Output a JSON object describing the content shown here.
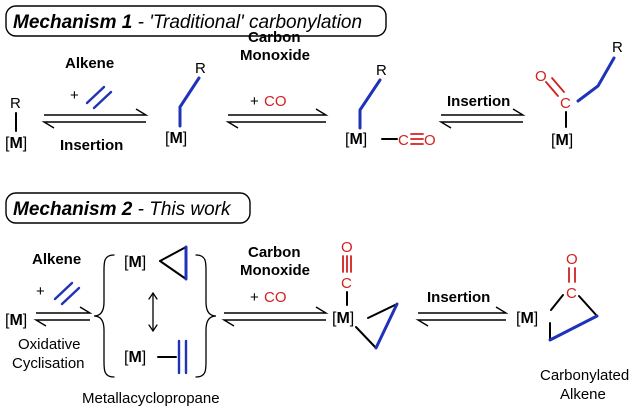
{
  "mechanism1": {
    "title_bold": "Mechanism 1",
    "title_rest": " - 'Traditional' carbonylation",
    "substituent": "R",
    "alkene_label": "Alkene",
    "plus": "+",
    "insertion_label": "Insertion",
    "co_label_line1": "Carbon",
    "co_label_line2": "Monoxide",
    "co_reagent": "CO",
    "insertion2_label": "Insertion",
    "co_o": "O",
    "co_c": "C"
  },
  "mechanism2": {
    "title_bold": "Mechanism 2",
    "title_rest": " - This work",
    "alkene_label": "Alkene",
    "plus": "+",
    "oxidative_line1": "Oxidative",
    "oxidative_line2": "Cyclisation",
    "metallacyclopropane_label": "Metallacyclopropane",
    "co_label_line1": "Carbon",
    "co_label_line2": "Monoxide",
    "co_reagent": "CO",
    "insertion_label": "Insertion",
    "product_line1": "Carbonylated",
    "product_line2": "Alkene",
    "co_o": "O",
    "co_c": "C"
  },
  "metal": {
    "bracket_open": "[",
    "symbol": "M",
    "bracket_close": "]"
  },
  "colors": {
    "bond_blue": "#1f33b8",
    "co_red": "#d42020",
    "text": "#000000"
  }
}
